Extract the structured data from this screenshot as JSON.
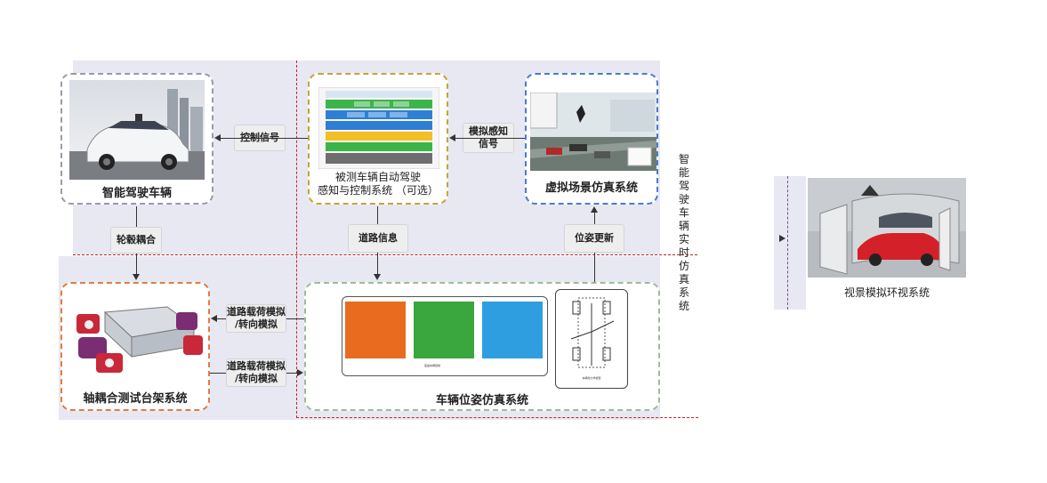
{
  "cards": {
    "vehicle": "智能驾驶车辆",
    "ads": "被测车辆自动驾驶\n感知与控制系统 （可选）",
    "scene": "虚拟场景仿真系统",
    "rig": "轴耦合测试台架系统",
    "pose": "车辆位姿仿真系统"
  },
  "labels": {
    "control_signal": "控制信号",
    "sim_perception": "模拟感知\n信号",
    "wheel_coupling": "轮毂耦合",
    "road_info": "道路信息",
    "pose_update": "位姿更新",
    "road_load_1": "道路载荷模拟\n/转向模拟",
    "road_load_2": "道路载荷模拟\n/转向模拟"
  },
  "pose_inner": {
    "caption_left": "底盘车辆控制",
    "caption_right": "车辆动力学模型"
  },
  "side_vertical": "智能驾驶车辆实时仿真系统",
  "surround": {
    "caption": "视景模拟环视系统"
  },
  "icons": {
    "car": "car-photo-icon",
    "software": "software-stack-icon",
    "scene": "scene-render-icon",
    "rig": "test-rig-icon",
    "model": "dynamics-model-icon"
  }
}
